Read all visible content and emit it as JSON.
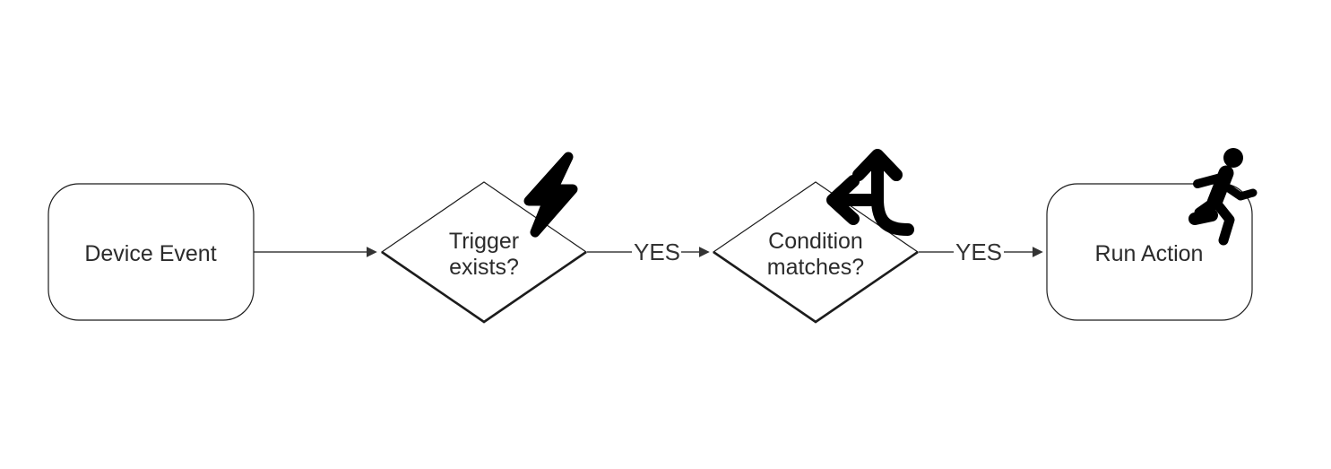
{
  "canvas": {
    "background": "#ffffff",
    "shape_border_color": "#1c1c1c",
    "edge_color": "#3d3d3d",
    "text_color": "#2b2b2b",
    "icon_color": "#000000"
  },
  "nodes": {
    "device_event": {
      "label": "Device Event",
      "shape": "rounded-rectangle"
    },
    "trigger_exists": {
      "label": "Trigger exists?",
      "line1": "Trigger",
      "line2": "exists?",
      "shape": "diamond",
      "icon": "lightning-bolt-icon"
    },
    "condition_matches": {
      "label": "Condition matches?",
      "line1": "Condition",
      "line2": "matches?",
      "shape": "diamond",
      "icon": "split-arrows-icon"
    },
    "run_action": {
      "label": "Run Action",
      "shape": "rounded-rectangle",
      "icon": "running-person-icon"
    }
  },
  "edges": {
    "event_to_trigger": {
      "label": ""
    },
    "trigger_to_condition": {
      "label": "YES"
    },
    "condition_to_action": {
      "label": "YES"
    }
  }
}
